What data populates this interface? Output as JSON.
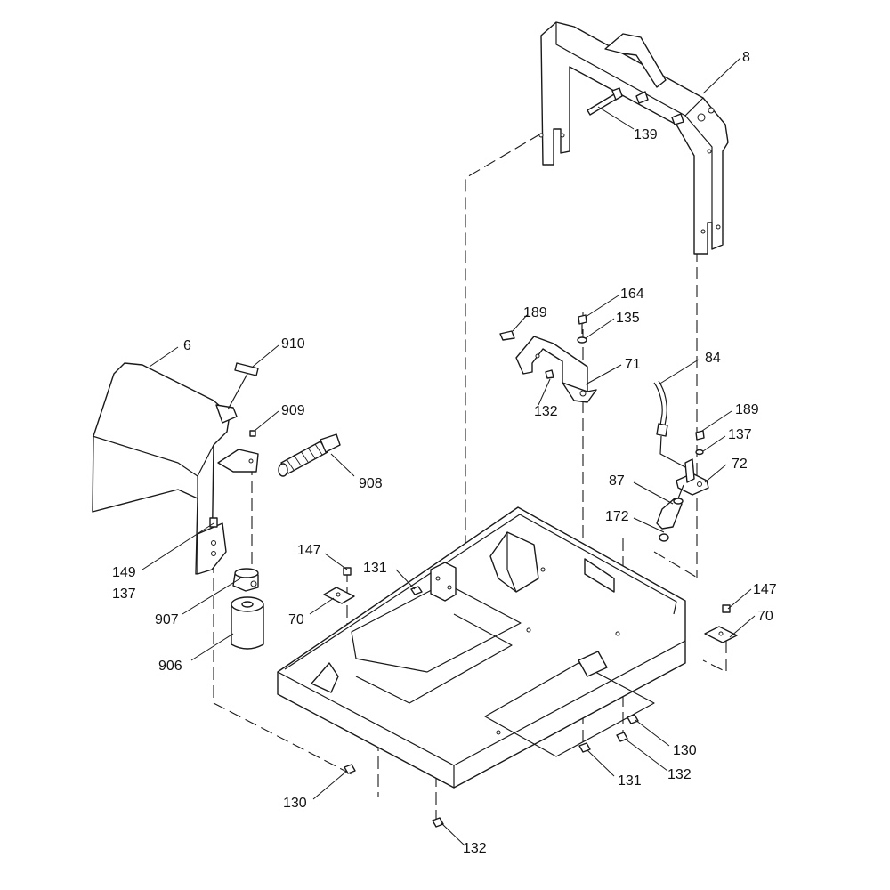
{
  "callouts": {
    "c8": "8",
    "c139": "139",
    "c164": "164",
    "c135": "135",
    "c189a": "189",
    "c71": "71",
    "c132a": "132",
    "c84": "84",
    "c189b": "189",
    "c137a": "137",
    "c72": "72",
    "c87": "87",
    "c172": "172",
    "c6": "6",
    "c910": "910",
    "c909": "909",
    "c908": "908",
    "c149": "149",
    "c137b": "137",
    "c907": "907",
    "c906": "906",
    "c147a": "147",
    "c131a": "131",
    "c70a": "70",
    "c147b": "147",
    "c70b": "70",
    "c130a": "130",
    "c131b": "131",
    "c132b": "132",
    "c130b": "130",
    "c132c": "132"
  }
}
